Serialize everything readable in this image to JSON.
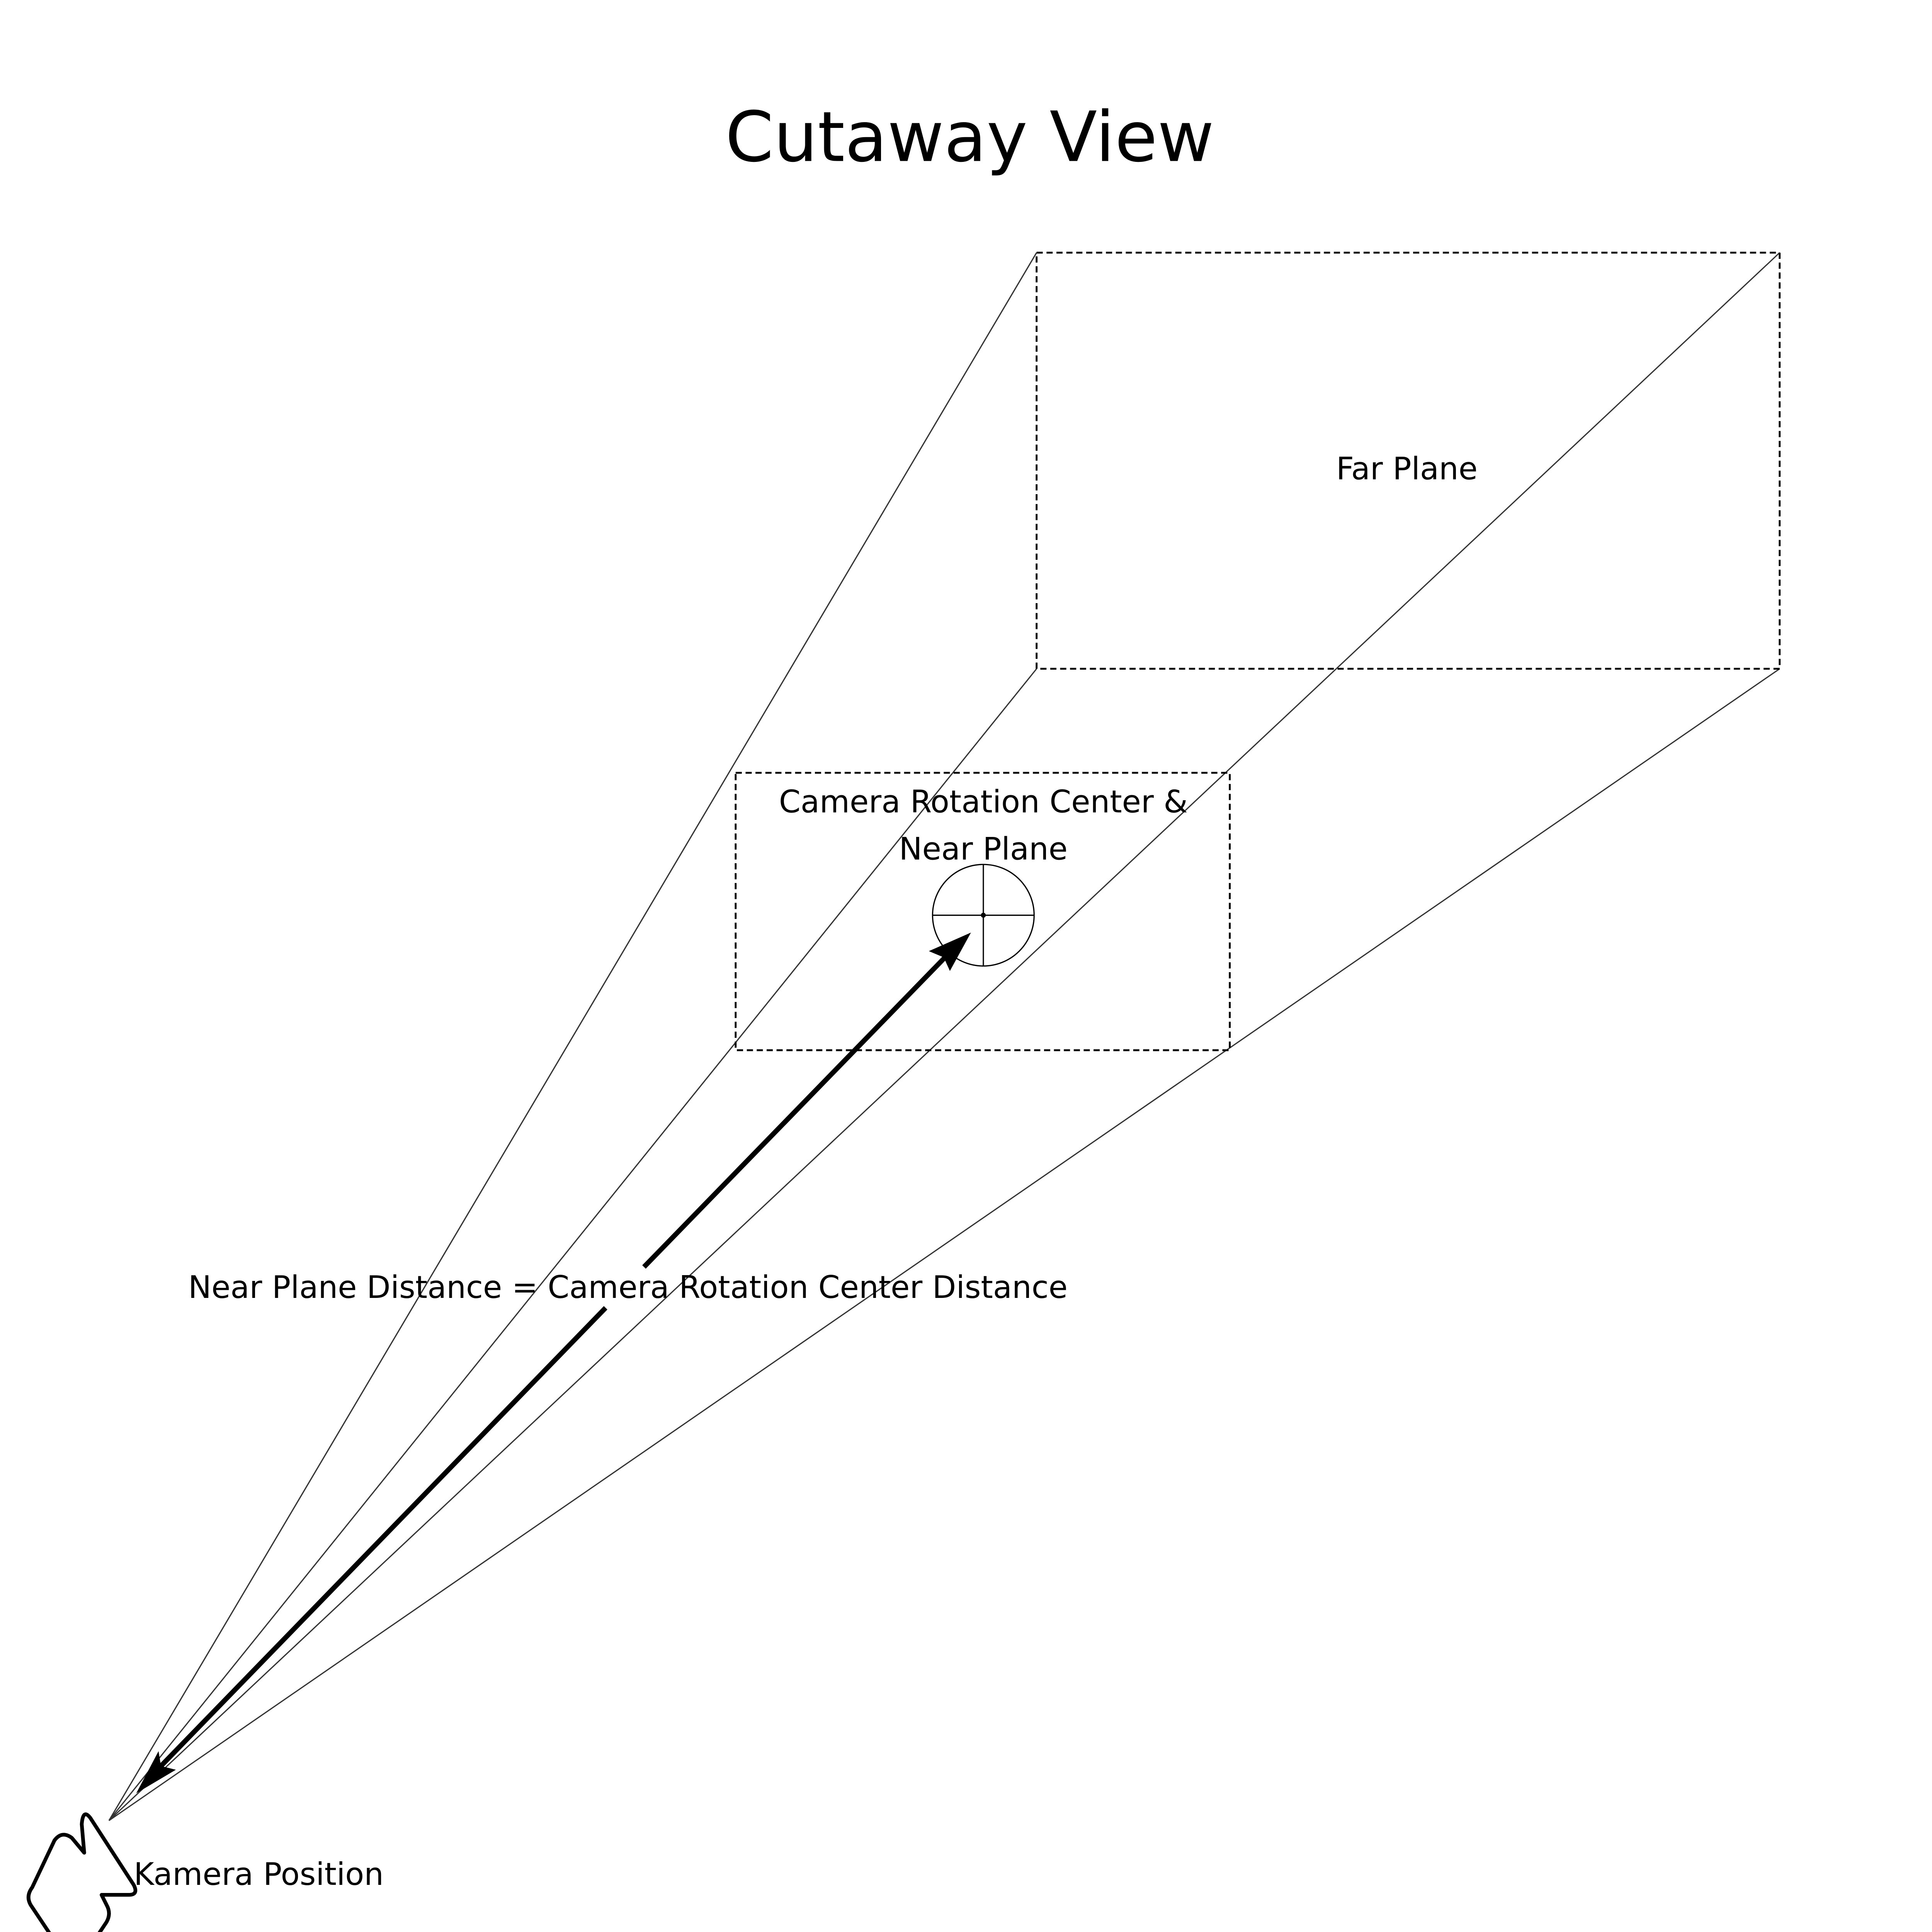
{
  "title": "Cutaway View",
  "labels": {
    "far_plane": "Far Plane",
    "near_plane_line1": "Camera Rotation Center &",
    "near_plane_line2": "Near Plane",
    "distance": "Near Plane Distance = Camera Rotation Center Distance",
    "camera": "Kamera Position"
  },
  "colors": {
    "stroke": "#000000",
    "thin_line": "#333333",
    "background": "#ffffff"
  }
}
